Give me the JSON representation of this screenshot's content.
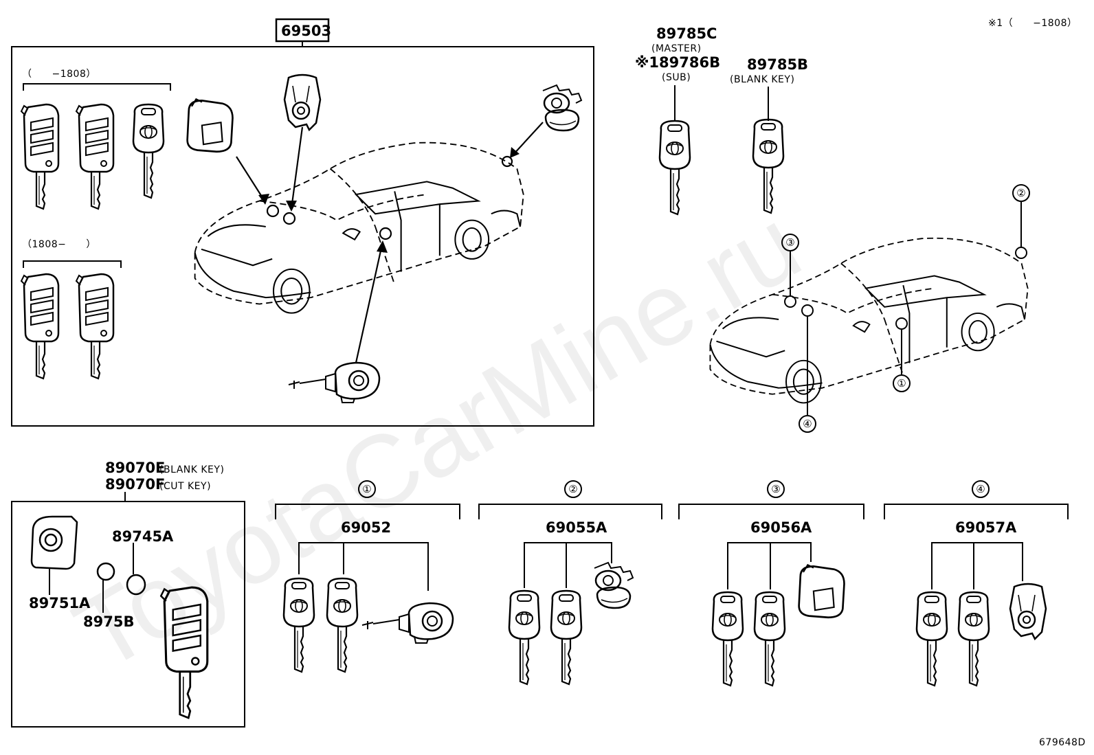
{
  "watermark": "ToyotaCarMine.ru",
  "footnote_ref": "※1（　　−1808）",
  "figure_code": "679648D",
  "kit": {
    "part_no": "69503",
    "group1_range": "（　　−1808）",
    "group2_range": "（1808−　　）"
  },
  "keys_right": {
    "master_no": "89785C",
    "master_label": "(MASTER)",
    "sub_no": "※189786B",
    "sub_label": "(SUB)",
    "blank_no": "89785B",
    "blank_label": "(BLANK KEY)"
  },
  "remote": {
    "blank_no": "89070E",
    "blank_label": "(BLANK KEY)",
    "cut_no": "89070F",
    "cut_label": "(CUT KEY)",
    "cover_no": "89751A",
    "battery_no": "89745A",
    "cap_no": "8975B"
  },
  "callouts": [
    "①",
    "②",
    "③",
    "④"
  ],
  "sets": [
    {
      "marker": "①",
      "part_no": "69052"
    },
    {
      "marker": "②",
      "part_no": "69055A"
    },
    {
      "marker": "③",
      "part_no": "69056A"
    },
    {
      "marker": "④",
      "part_no": "69057A"
    }
  ]
}
